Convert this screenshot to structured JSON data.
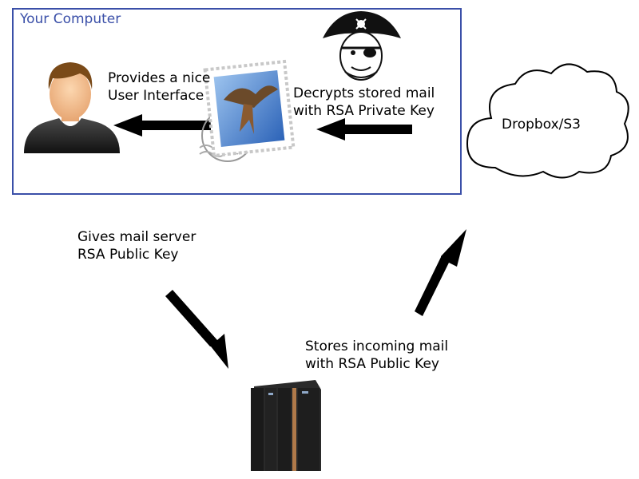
{
  "computer_box": {
    "title": "Your Computer"
  },
  "labels": {
    "provides_ui": "Provides a nice\nUser Interface",
    "decrypts": "Decrypts stored mail\nwith RSA Private Key",
    "cloud": "Dropbox/S3",
    "gives_key": "Gives mail server\nRSA Public Key",
    "stores_mail": "Stores incoming mail\nwith RSA Public Key"
  },
  "icons": {
    "user": "user-icon",
    "mail_app": "mail-app-icon",
    "pirate": "pirate-icon",
    "cloud": "cloud-icon",
    "server": "server-icon"
  },
  "colors": {
    "box_border": "#3a4fa8",
    "arrow": "#000000"
  }
}
